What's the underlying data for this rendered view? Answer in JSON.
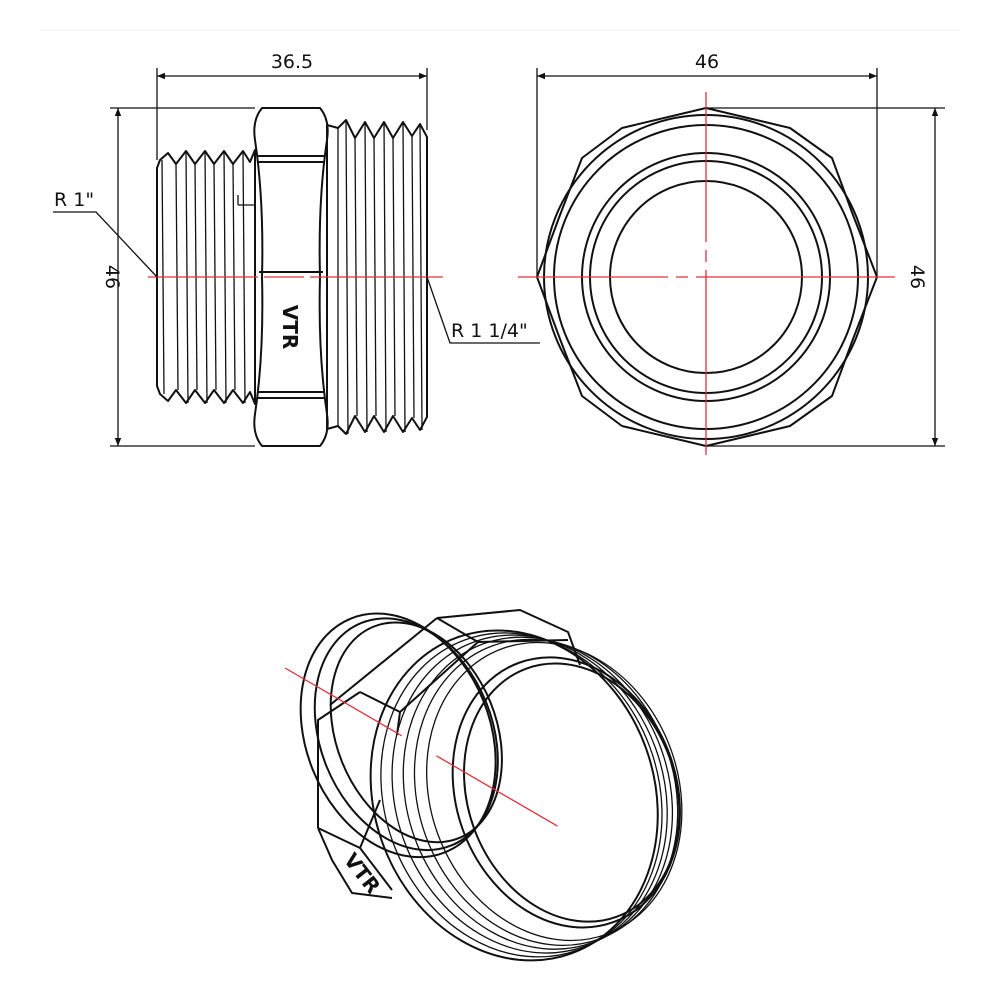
{
  "drawing": {
    "side_view": {
      "length_dimension": "36.5",
      "height_dimension": "46",
      "small_thread_label": "R 1\"",
      "large_thread_label": "R 1 1/4\"",
      "brand_mark": "VTR"
    },
    "end_view": {
      "width_dimension": "46",
      "height_dimension": "46"
    },
    "isometric_view": {
      "brand_mark": "VTR"
    },
    "colors": {
      "outline": "#111111",
      "centerline": "#e0303a"
    }
  }
}
